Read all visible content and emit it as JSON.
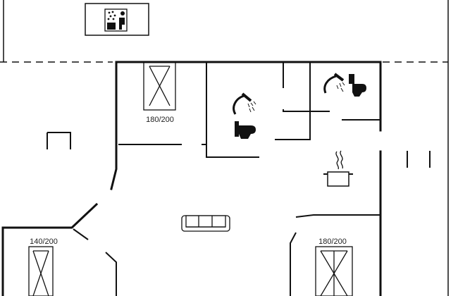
{
  "colors": {
    "wall": "#111111",
    "background": "#ffffff"
  },
  "bed_labels": {
    "bedroom_top": "180/200",
    "bedroom_left": "140/200",
    "bedroom_right": "180/200"
  },
  "icons": [
    "sauna-icon",
    "shower-icon",
    "toilet-icon",
    "cooking-pot-icon",
    "sofa-icon",
    "bed-icon"
  ]
}
